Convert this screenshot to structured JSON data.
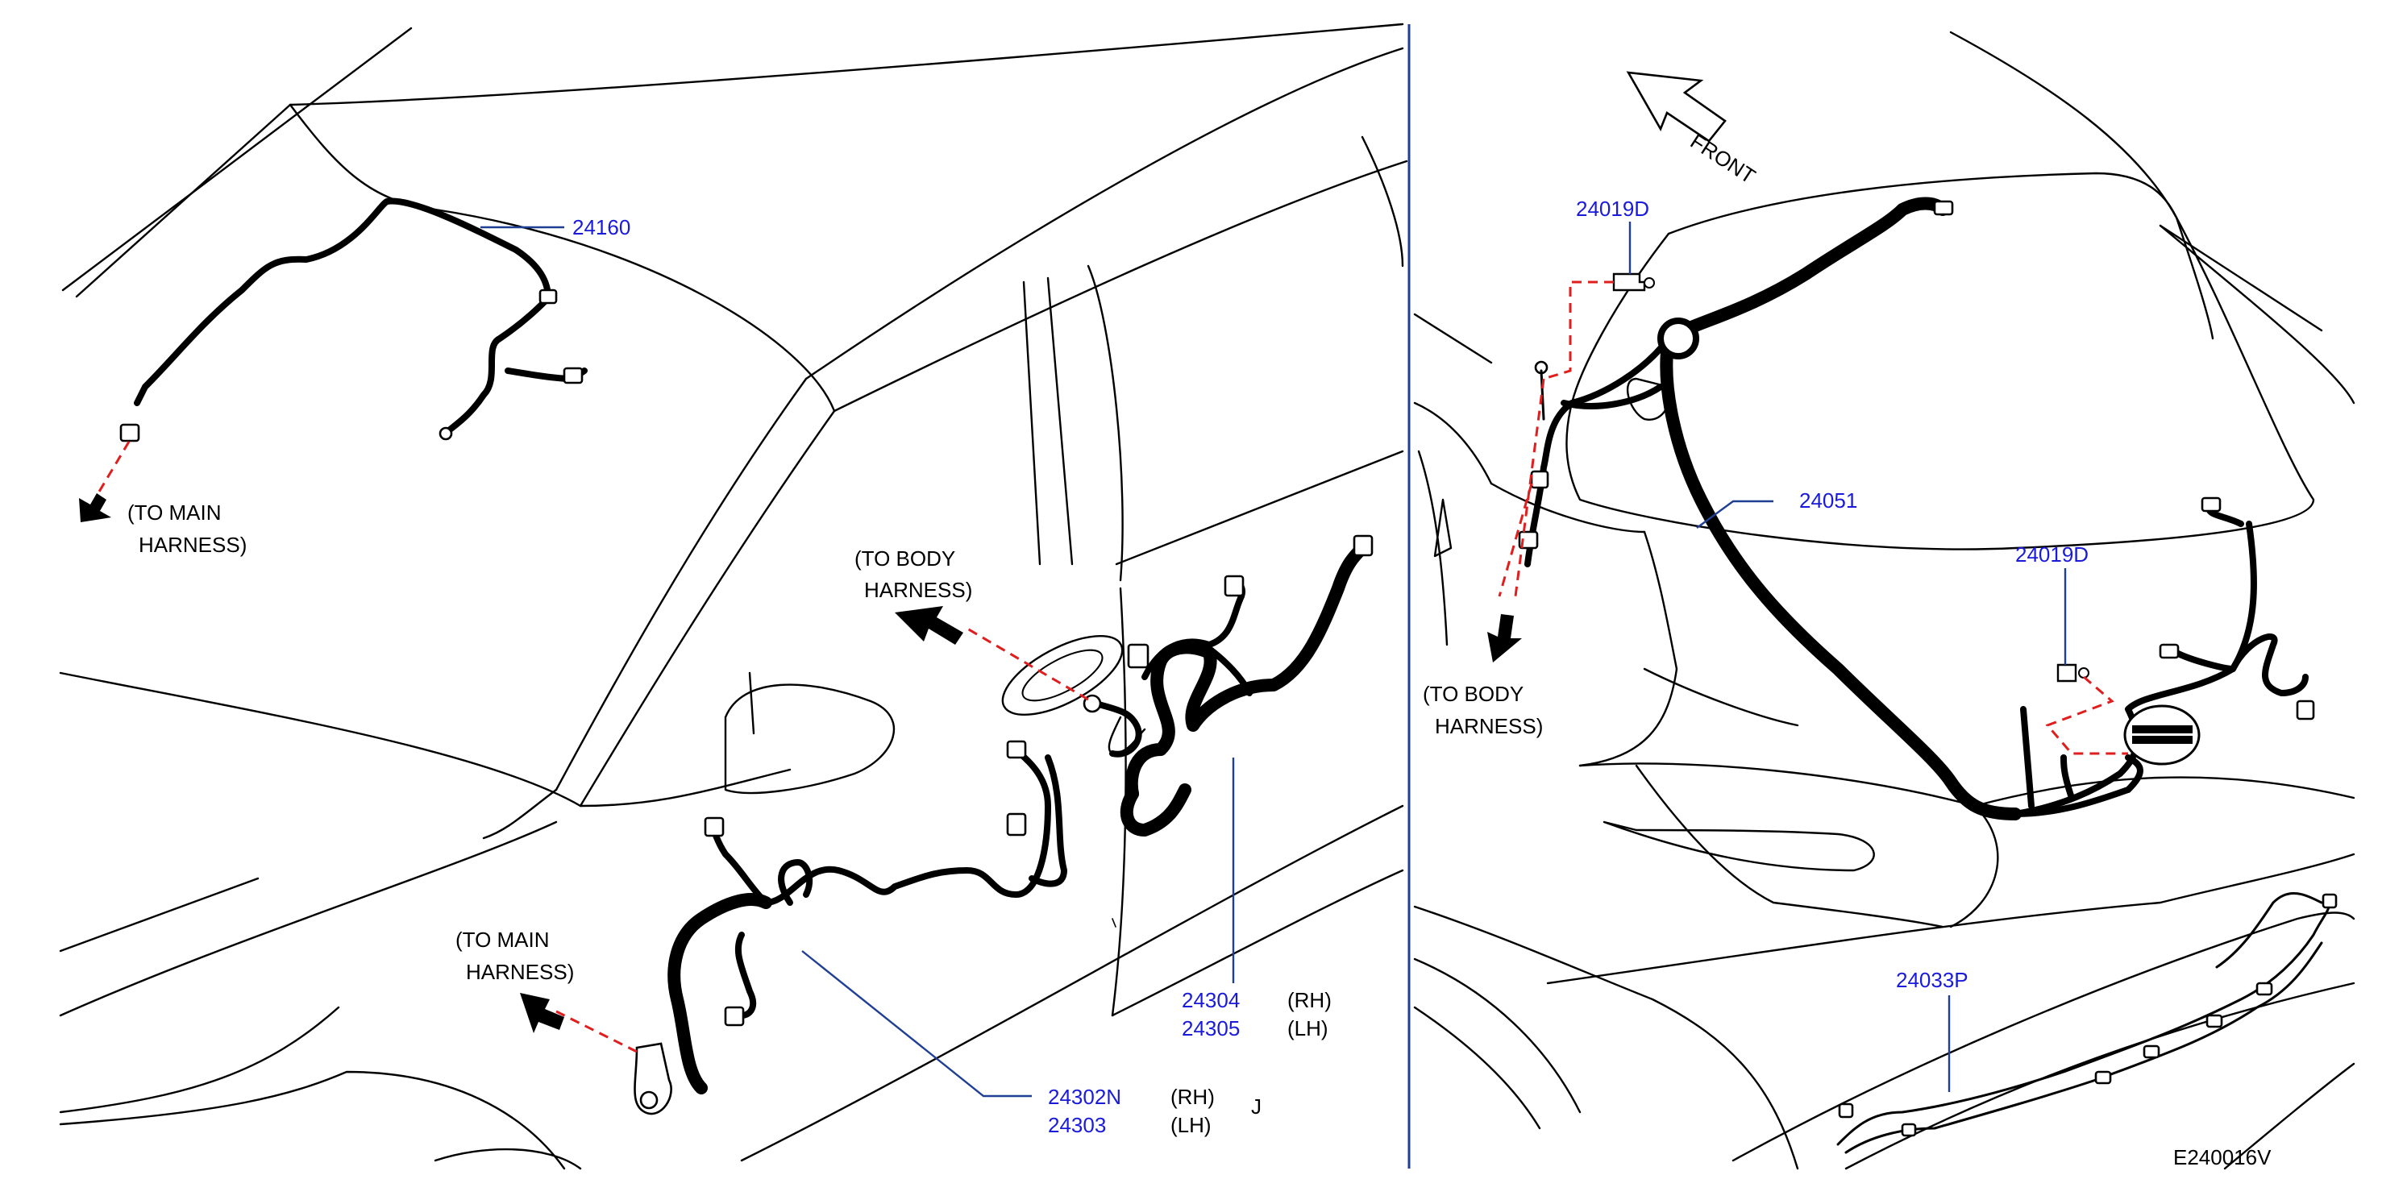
{
  "colors": {
    "part_number": "#1a1adb",
    "leader_line": "#1f3f95",
    "dashed_guide": "#e01e1e",
    "divider": "#1f3f95",
    "line_art": "#000000"
  },
  "left_view": {
    "part_24160": "24160",
    "to_main_harness_top": {
      "line1": "(TO   MAIN",
      "line2": "HARNESS)"
    },
    "to_body_harness": {
      "line1": "(TO   BODY",
      "line2": "HARNESS)"
    },
    "to_main_harness_bottom": {
      "line1": "(TO   MAIN",
      "line2": "HARNESS)"
    },
    "part_24304": "24304",
    "part_24304_side": "(RH)",
    "part_24305": "24305",
    "part_24305_side": "(LH)",
    "part_24302N": "24302N",
    "part_24302N_side": "(RH)",
    "part_24303": "24303",
    "part_24303_side": "(LH)",
    "bracket_mark": "J"
  },
  "right_view": {
    "front_label": "FRONT",
    "part_24019D_top": "24019D",
    "part_24051": "24051",
    "part_24019D_right": "24019D",
    "to_body_harness": {
      "line1": "(TO   BODY",
      "line2": "HARNESS)"
    },
    "part_24033P": "24033P"
  },
  "diagram_code": "E240016V"
}
